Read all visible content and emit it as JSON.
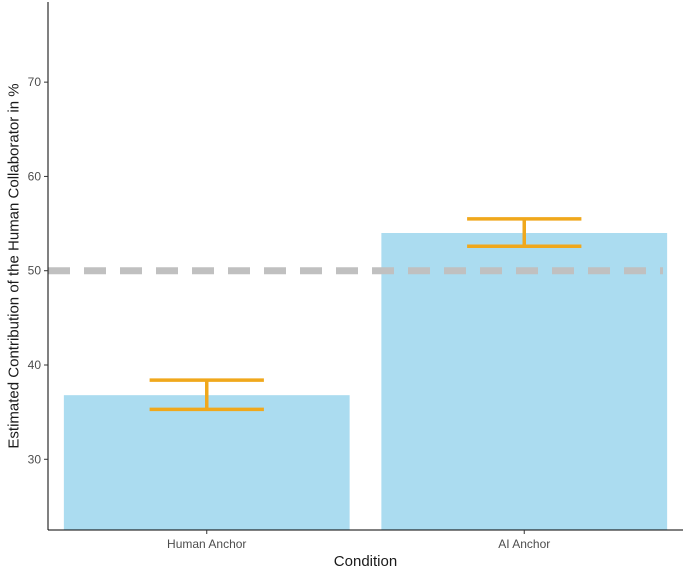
{
  "chart_data": {
    "type": "bar",
    "title": "",
    "xlabel": "Condition",
    "ylabel": "Estimated Contribution of the Human Collaborator in %",
    "categories": [
      "Human Anchor",
      "AI Anchor"
    ],
    "values": [
      36.8,
      54.0
    ],
    "error_bars": [
      {
        "low": 35.3,
        "high": 38.4
      },
      {
        "low": 52.6,
        "high": 55.5
      }
    ],
    "ylim": [
      22.5,
      78.5
    ],
    "yticks": [
      30,
      40,
      50,
      60,
      70
    ],
    "reference_line": {
      "y": 50,
      "style": "dashed"
    },
    "grid": false,
    "colors": {
      "bar": "#abdcf0",
      "error_bar": "#f0a81c",
      "reference_line": "#c0c0c0",
      "axis": "#000000"
    }
  }
}
